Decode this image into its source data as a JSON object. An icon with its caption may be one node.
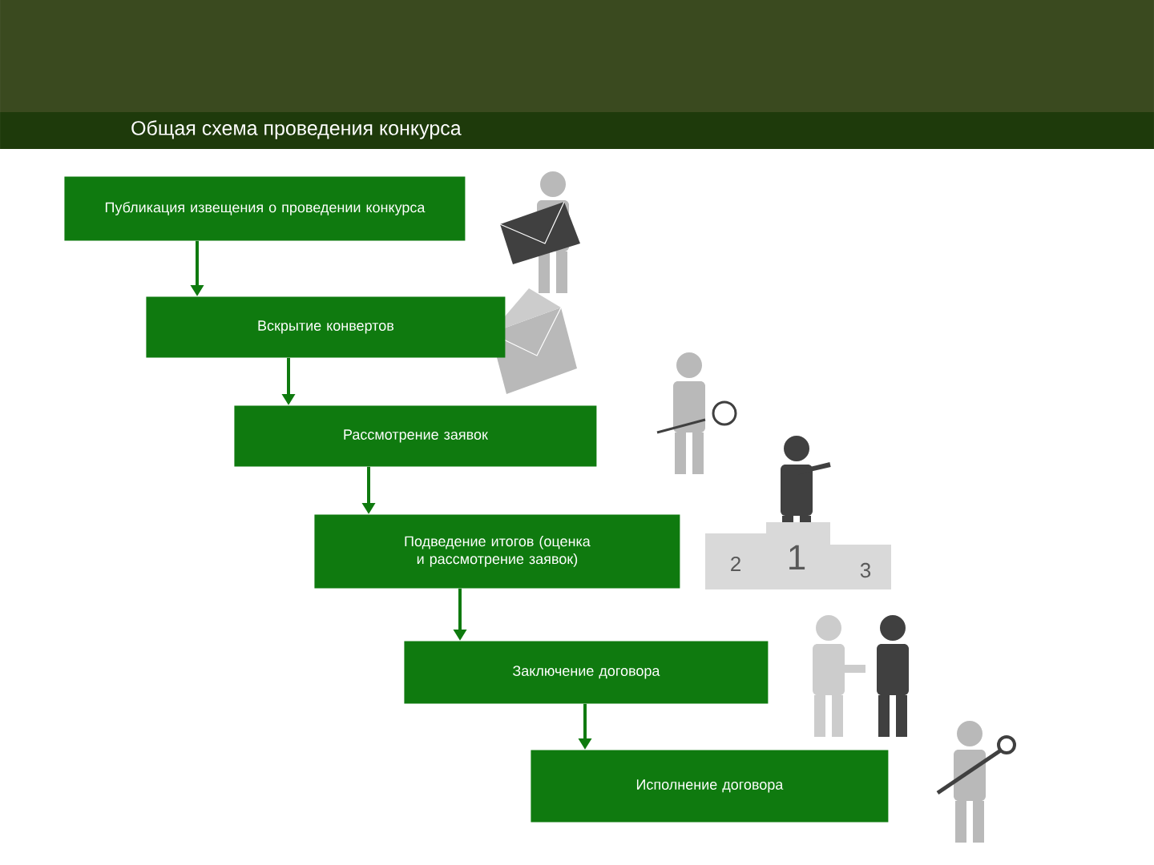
{
  "diagram": {
    "title": "Общая схема проведения конкурса",
    "nodes": [
      {
        "text": [
          "Публикация извещения о проведении конкурса"
        ]
      },
      {
        "text": [
          "Вскрытие конвертов"
        ]
      },
      {
        "text": [
          "Рассмотрение заявок"
        ]
      },
      {
        "text": [
          "Подведение итогов (оценка и рассмотрение заявок)"
        ]
      },
      {
        "text": [
          "Заключение договора"
        ]
      },
      {
        "text": [
          "Исполнение договора"
        ]
      }
    ],
    "edges": [
      {
        "from": 0,
        "to": 1,
        "arrow": "to"
      },
      {
        "from": 1,
        "to": 2,
        "arrow": "to"
      },
      {
        "from": 2,
        "to": 3,
        "arrow": "to"
      },
      {
        "from": 3,
        "to": 4,
        "arrow": "to"
      },
      {
        "from": 4,
        "to": 5,
        "arrow": "to"
      }
    ],
    "labels": [
      "2",
      "1",
      "3"
    ]
  }
}
